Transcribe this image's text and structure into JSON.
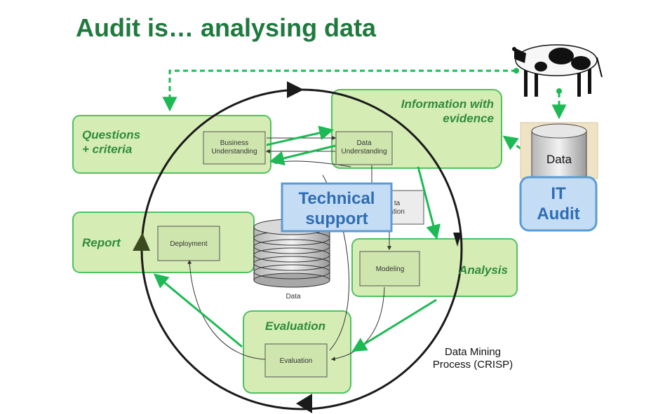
{
  "title": "Audit is… analysing data",
  "colors": {
    "title_green": "#1f7a3e",
    "box_fill": "#d6ecb5",
    "box_border": "#4fc260",
    "arrow_green": "#1db954",
    "blue_fill": "#c5dcf5",
    "blue_border": "#5b9bd5",
    "blue_text": "#2e6db4",
    "cycle": "#1a1a1a"
  },
  "groups": {
    "questions": "Questions\n+ criteria",
    "information": "Information with\nevidence",
    "report": "Report",
    "analysis": "Analysis",
    "evaluation": "Evaluation"
  },
  "crisp_steps": {
    "business": "Business\nUnderstanding",
    "data_understanding": "Data\nUnderstanding",
    "data_preparation": "ta\nation",
    "modeling": "Modeling",
    "deployment": "Deployment",
    "evaluation": "Evaluation"
  },
  "cylinder_label": "Data",
  "technical_support": "Technical\nsupport",
  "it_data": "Data",
  "it_audit": "IT\nAudit",
  "crisp_caption": "Data Mining\nProcess (CRISP)",
  "icons": {
    "cow": "cow-icon",
    "database": "database-icon"
  }
}
